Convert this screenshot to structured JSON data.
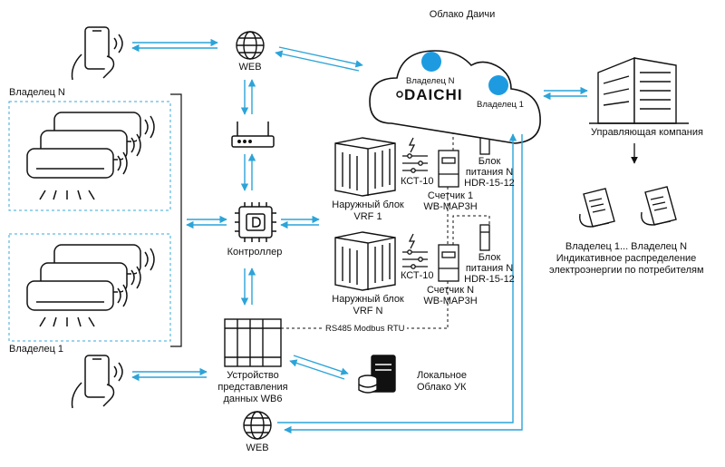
{
  "cloud": {
    "title": "Облако Даичи",
    "brand": "DAICHI",
    "node_left": "Владелец N",
    "node_right": "Владелец 1"
  },
  "owners": {
    "group_top": "Владелец N",
    "group_bottom": "Владелец 1"
  },
  "web_top": "WEB",
  "web_bottom": "WEB",
  "controller": "Контроллер",
  "outdoor_units": [
    {
      "line1": "Наружный блок",
      "line2": "VRF 1"
    },
    {
      "line1": "Наружный блок",
      "line2": "VRF N"
    }
  ],
  "kst": [
    "КСТ-10",
    "КСТ-10"
  ],
  "meters": [
    {
      "line1": "Счетчик 1",
      "line2": "WB-MAP3H"
    },
    {
      "line1": "Счетчик N",
      "line2": "WB-MAP3H"
    }
  ],
  "power_supplies": [
    {
      "line1": "Блок",
      "line2": "питания N",
      "line3": "HDR-15-12"
    },
    {
      "line1": "Блок",
      "line2": "питания N",
      "line3": "HDR-15-12"
    }
  ],
  "bus": "RS485 Modbus RTU",
  "wb6": {
    "line1": "Устройство",
    "line2": "представления",
    "line3": "данных WB6"
  },
  "local": {
    "line1": "Локальное",
    "line2": "Облако УК"
  },
  "company": "Управляющая компания",
  "distribution": {
    "line1": "Владелец 1...  Владелец N",
    "line2": "Индикативное распределение",
    "line3": "электроэнергии по потребителям"
  },
  "colors": {
    "arrow": "#2ca4d8",
    "dashed_box": "#3aa9d8",
    "cloud_dot": "#1e9be0",
    "ink": "#111111"
  }
}
